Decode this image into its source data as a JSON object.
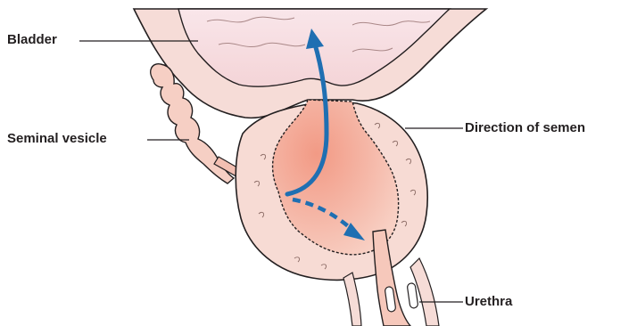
{
  "labels": {
    "bladder": "Bladder",
    "seminal_vesicle": "Seminal vesicle",
    "direction": "Direction of semen",
    "urethra": "Urethra"
  },
  "colors": {
    "tissue_fill": "#f6ddd8",
    "bladder_fill": "#f6dde0",
    "prostate_fill": "#f5b7a7",
    "prostate_core": "#f29a85",
    "outline": "#231f20",
    "arrow_blue": "#1f6fb2"
  },
  "arrows": {
    "forward": "solid-curved-arrow-up",
    "retrograde": "dashed-arrow-down"
  }
}
